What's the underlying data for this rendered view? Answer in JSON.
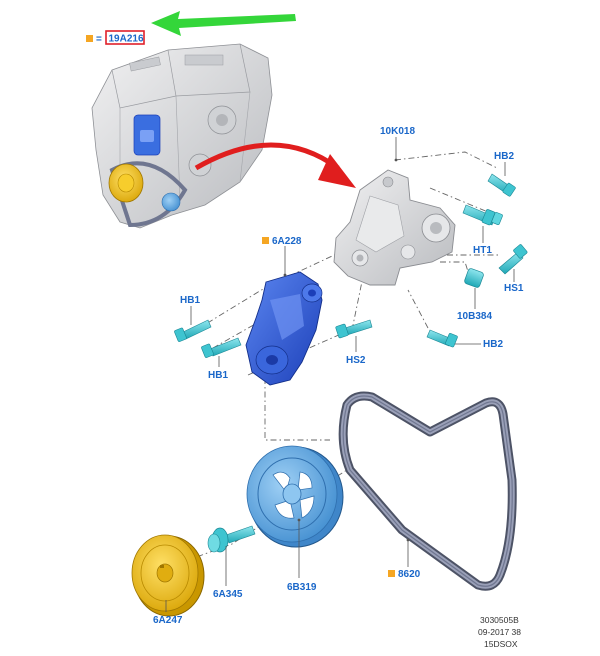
{
  "colors": {
    "label": "#1a67c9",
    "marker": "#f5a623",
    "highlight_box": "#e0202a",
    "arrow_green": "#34d63a",
    "arrow_red": "#e01e1e",
    "bolt": "#39c3cf",
    "blue_part": "#2454d6",
    "pulley": "#5fa8e0",
    "damper": "#f0c419",
    "belt": "#6f7690",
    "grey_part": "#d9dadc"
  },
  "legend": {
    "equals": "=",
    "code": "19A216"
  },
  "labels": {
    "bracket": "10K018",
    "hb2_top": "HB2",
    "ht1": "HT1",
    "hs1": "HS1",
    "spacer": "10B384",
    "hb2_bottom": "HB2",
    "tensioner": "6A228",
    "hb1_left": "HB1",
    "hb1_bottom": "HB1",
    "hs2": "HS2",
    "pulley": "6B319",
    "belt": "8620",
    "washer_bolt": "6A345",
    "damper": "6A247"
  },
  "reference": {
    "line1": "3030505B",
    "line2": "09-2017 38",
    "line3": "15DSOX"
  }
}
